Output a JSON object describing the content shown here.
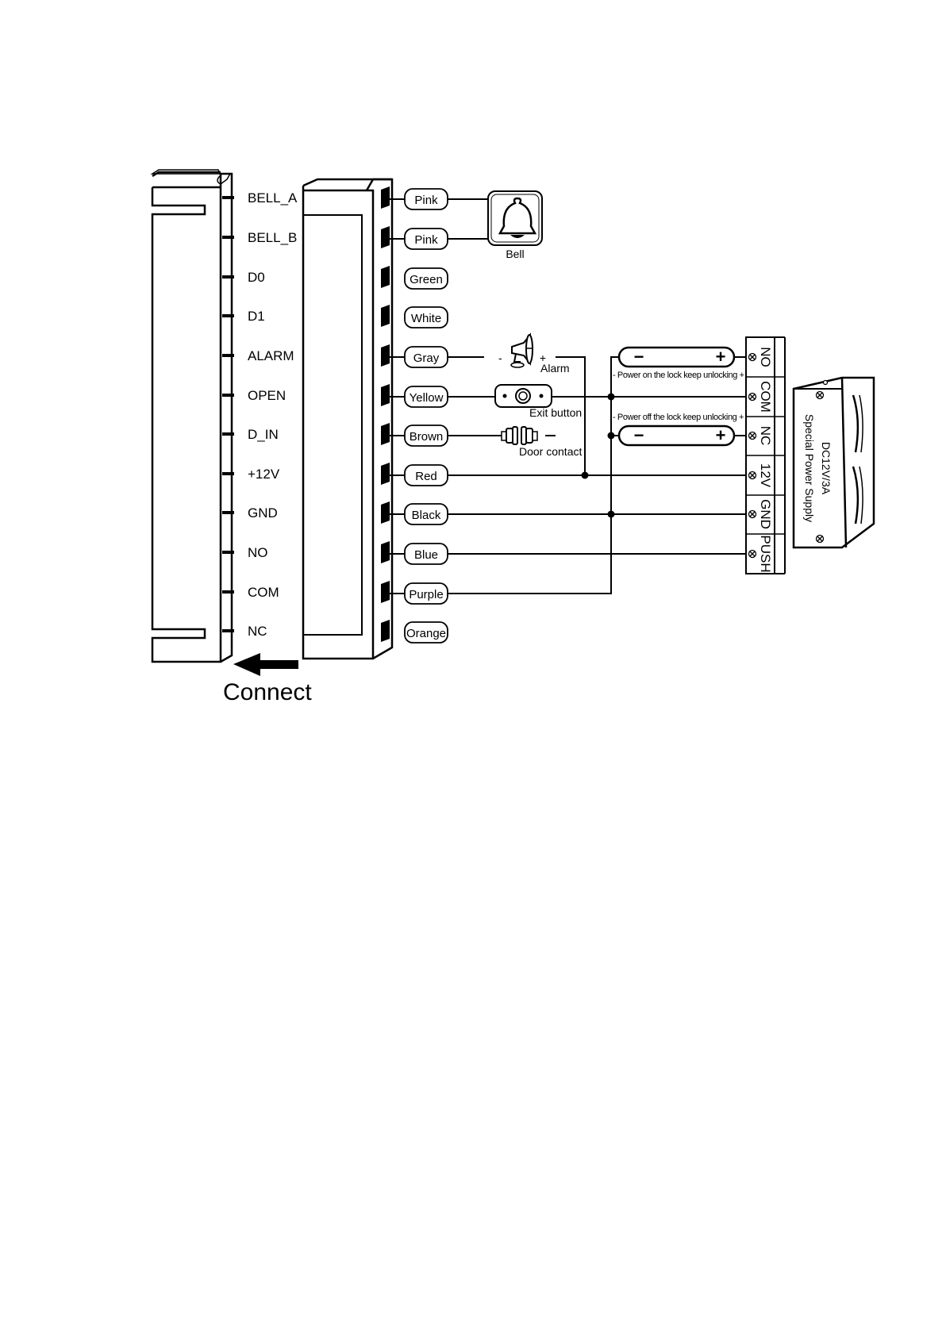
{
  "pins": [
    "BELL_A",
    "BELL_B",
    "D0",
    "D1",
    "ALARM",
    "OPEN",
    "D_IN",
    "+12V",
    "GND",
    "NO",
    "COM",
    "NC"
  ],
  "wires": [
    "Pink",
    "Pink",
    "Green",
    "White",
    "Gray",
    "Yellow",
    "Brown",
    "Red",
    "Black",
    "Blue",
    "Purple",
    "Orange"
  ],
  "bell_label": "Bell",
  "alarm": {
    "label": "Alarm",
    "minus": "-",
    "plus": "+"
  },
  "exit_button_label": "Exit button",
  "door_contact_label": "Door contact",
  "lock1": {
    "minus": "−",
    "plus": "+",
    "caption": "- Power on the lock keep unlocking +"
  },
  "lock2": {
    "minus": "−",
    "plus": "+",
    "caption": "- Power off the lock keep unlocking +"
  },
  "terminals": [
    "NO",
    "COM",
    "NC",
    "12V",
    "GND",
    "PUSH"
  ],
  "power_supply": {
    "line1": "DC12V/3A",
    "line2": "Special Power Supply"
  },
  "connect_label": "Connect"
}
